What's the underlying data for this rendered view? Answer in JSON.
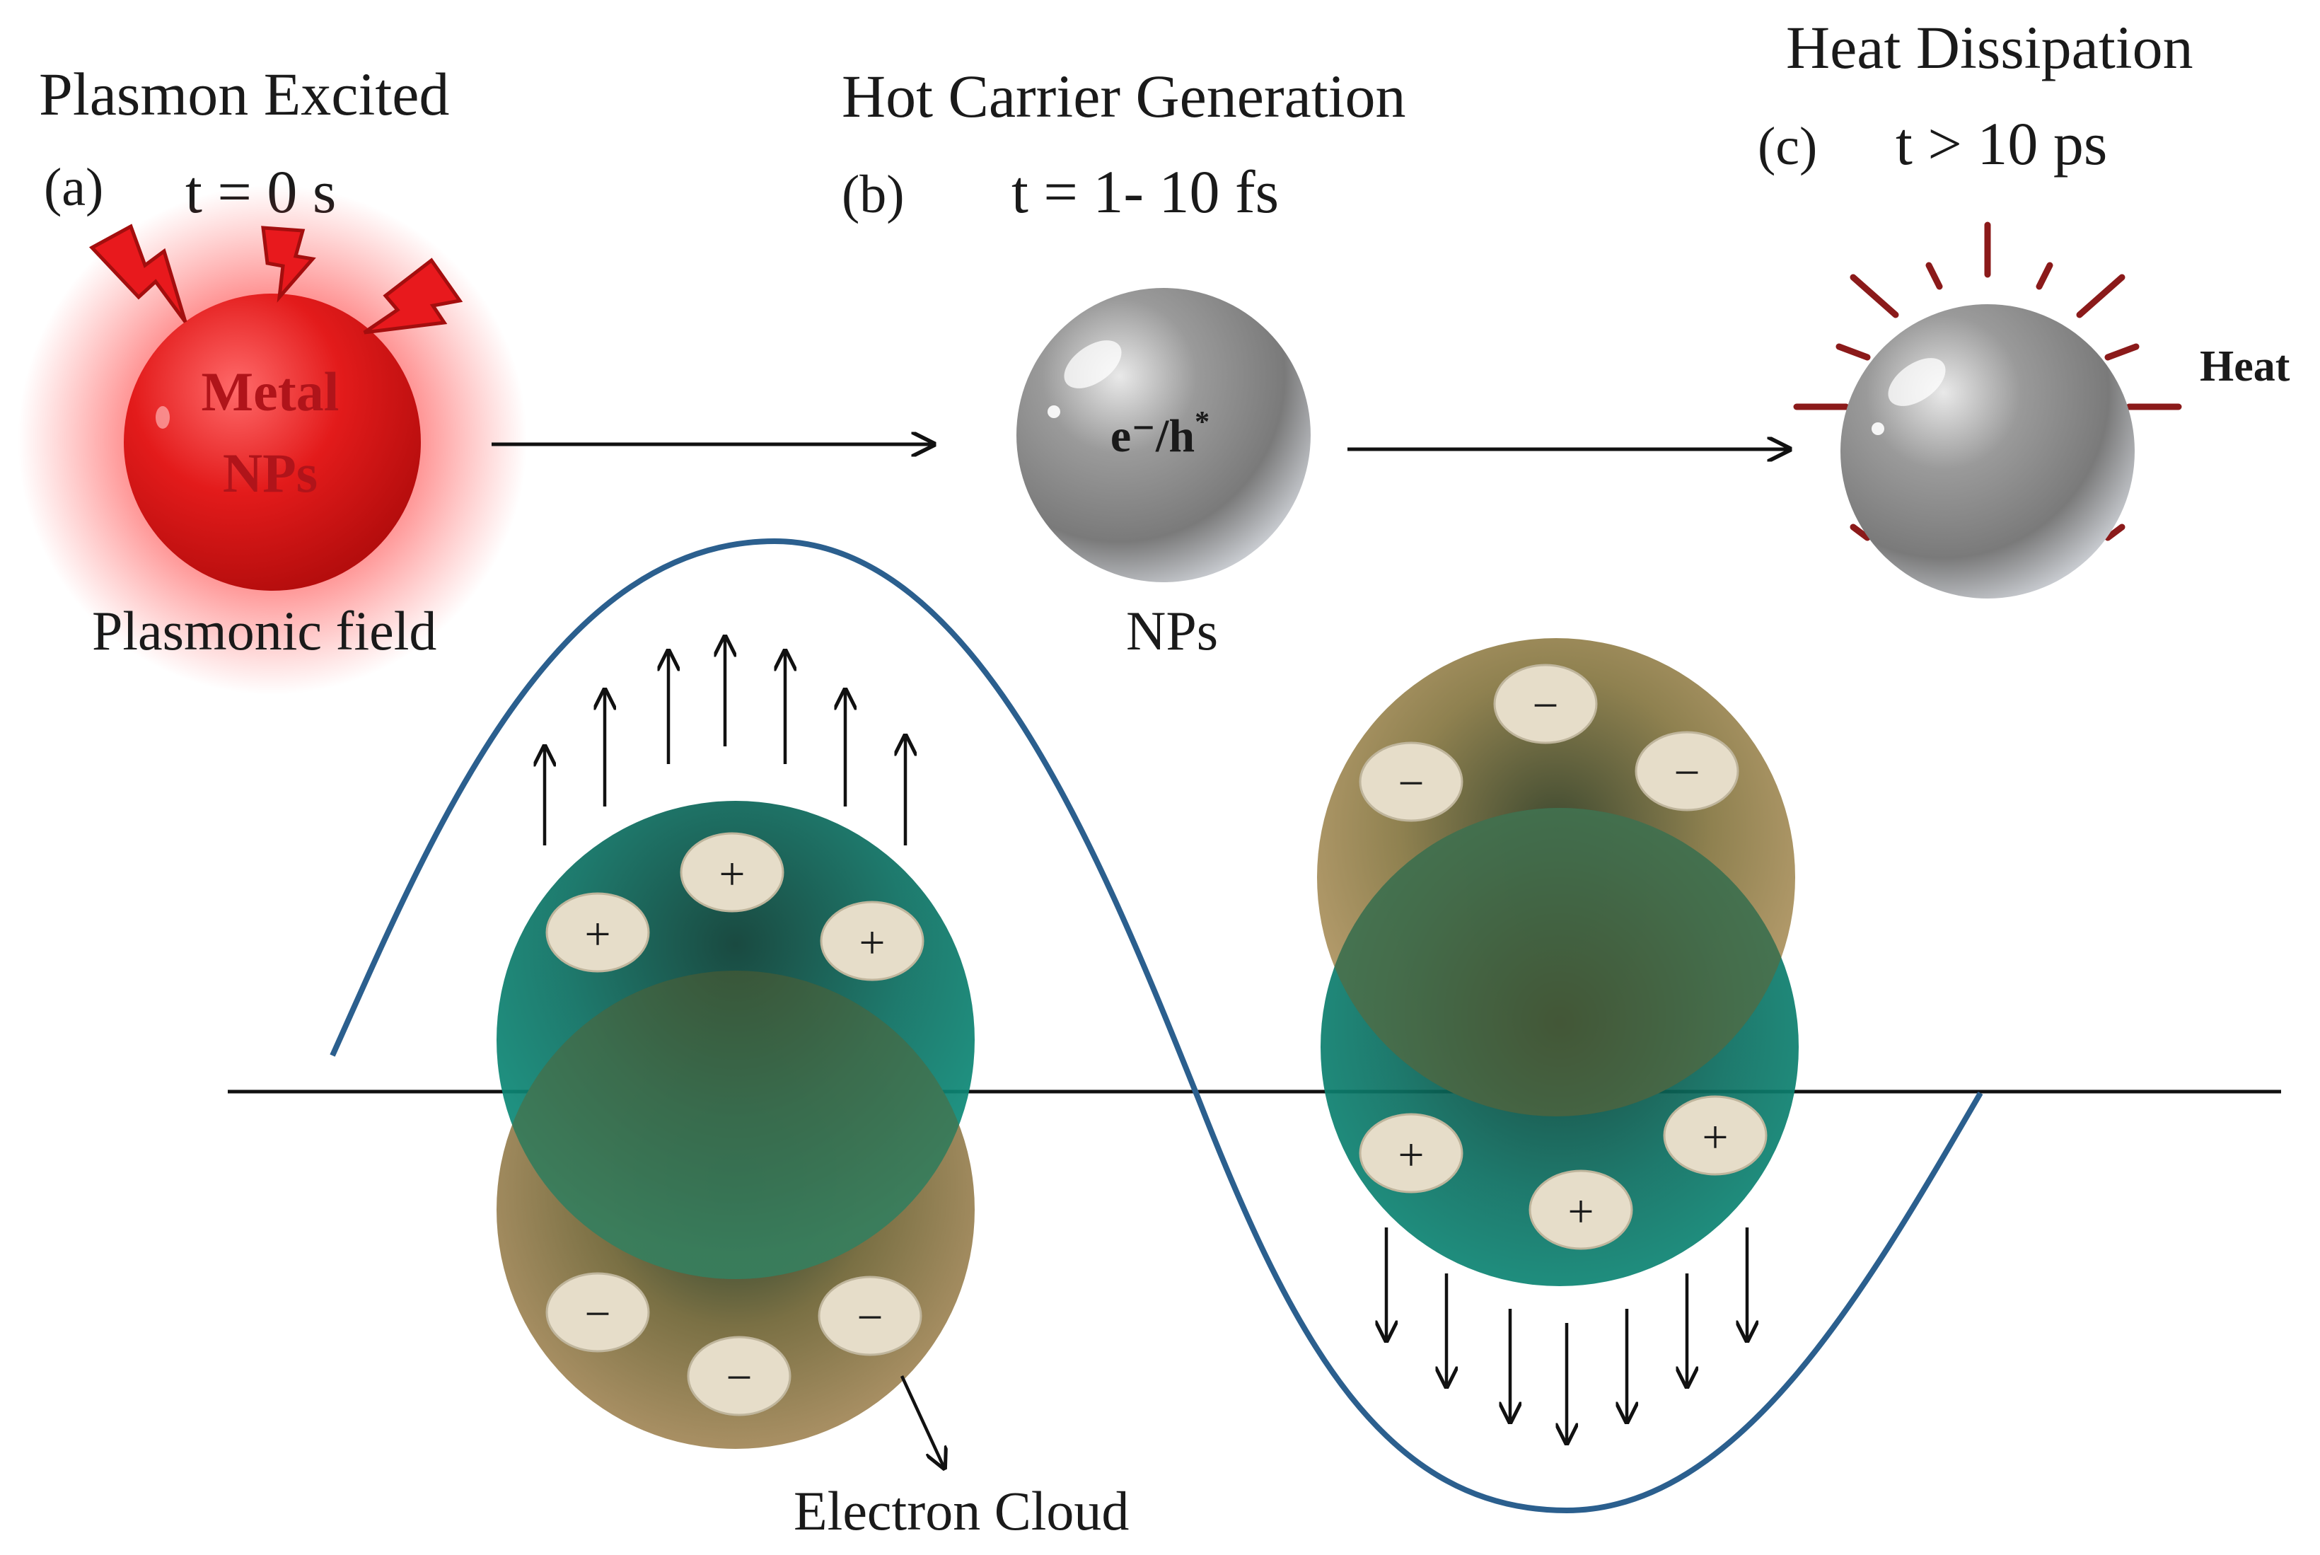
{
  "panels": {
    "a": {
      "title": "Plasmon Excited",
      "letter": "(a)",
      "time": "t = 0 s",
      "particle_line1": "Metal",
      "particle_line2": "NPs",
      "caption": "Plasmonic field"
    },
    "b": {
      "title": "Hot Carrier Generation",
      "letter": "(b)",
      "time": "t = 1- 10 fs",
      "particle_label": "e⁻/h",
      "particle_label_sup": "*",
      "caption": "NPs"
    },
    "c": {
      "title": "Heat Dissipation",
      "letter": "(c)",
      "time": "t > 10 ps",
      "heat_label": "Heat"
    }
  },
  "oscillation": {
    "positive_sign": "+",
    "negative_sign": "−",
    "electron_cloud_label": "Electron Cloud"
  },
  "colors": {
    "plasmon_red": "#e8191d",
    "wave_blue": "#2b5f8e",
    "nucleus_teal": "#0a8a78",
    "cloud_tan": "#b89a6e",
    "charge_disc": "#e6ddc9",
    "heat_ray": "#8b1a1a",
    "sphere_grey": "#8a8a8a"
  }
}
